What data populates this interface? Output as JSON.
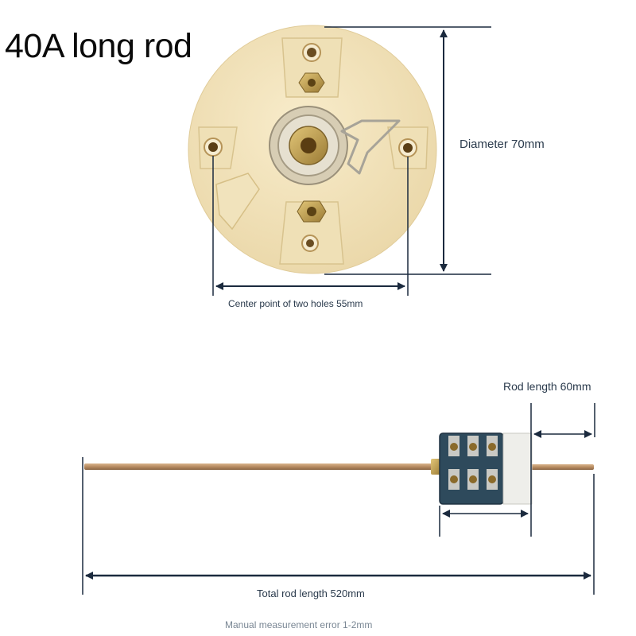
{
  "title": "40A long rod",
  "dimensions": {
    "diameter": "Diameter 70mm",
    "hole_spacing": "Center point of two holes 55mm",
    "rod_length": "Rod length 60mm",
    "total_length": "Total rod length 520mm"
  },
  "note": "Manual measurement error 1-2mm",
  "colors": {
    "dimension_line": "#1b2a3e",
    "housing": "#f3e5c0",
    "rod": "#b88c62",
    "terminal_block": "#2e4a5c"
  }
}
